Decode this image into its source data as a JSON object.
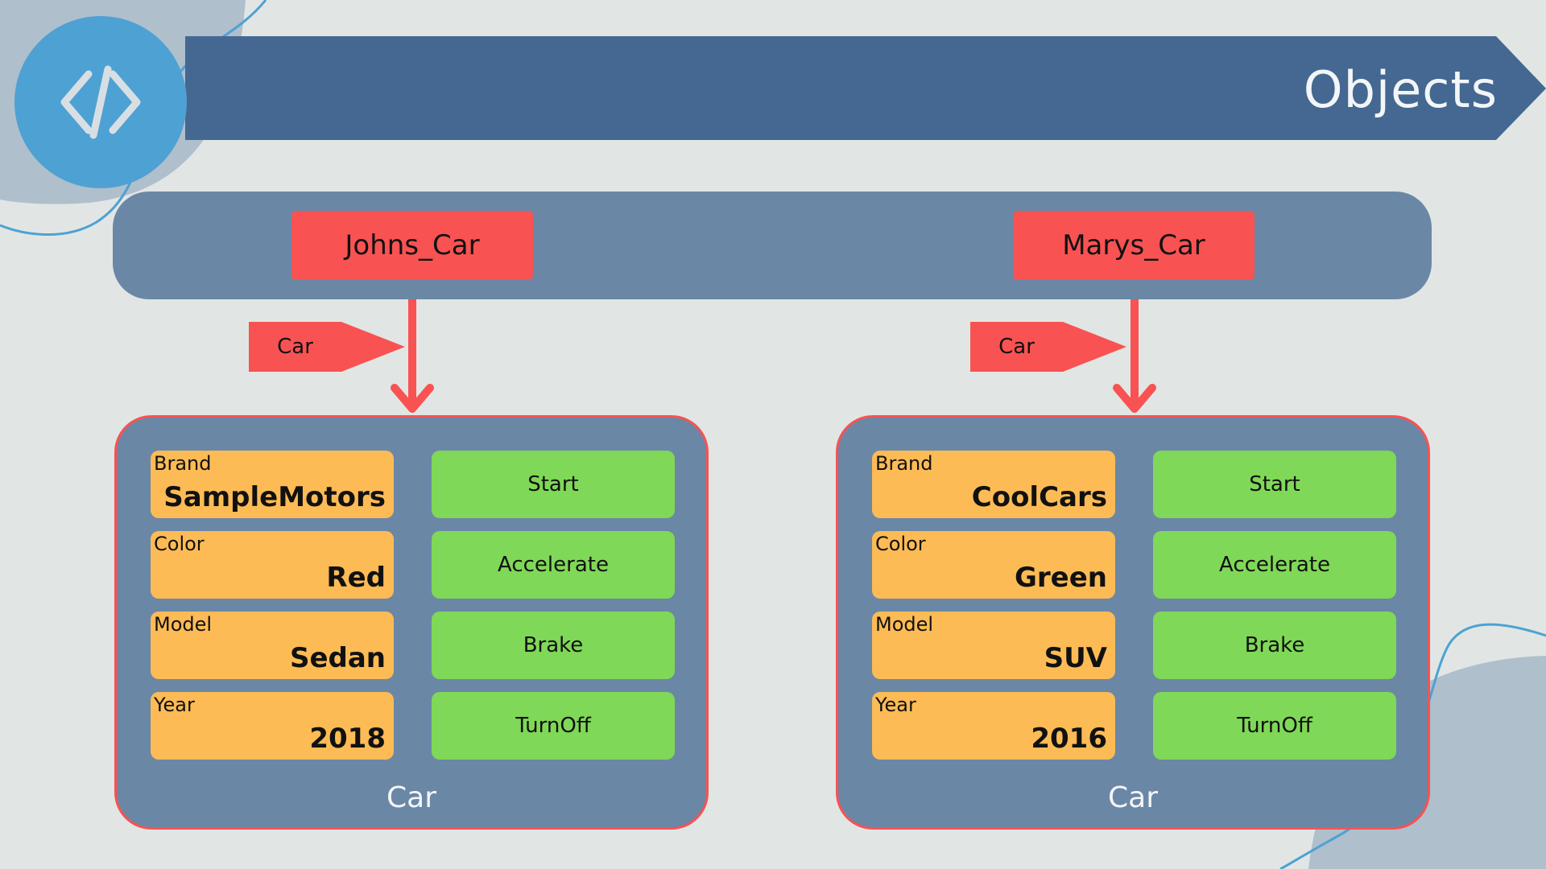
{
  "header": {
    "title": "Objects",
    "icon": "code-icon",
    "colors": {
      "banner": "#446891",
      "icon_circle": "#4ea1d3",
      "background": "#e1e6e4"
    }
  },
  "colors": {
    "object_label": "#f85252",
    "class_box": "#6b87a6",
    "attribute": "#fdbb55",
    "method": "#7fd857"
  },
  "objects": [
    {
      "name": "Johns_Car",
      "class_tag": "Car",
      "class_name": "Car",
      "attributes": [
        {
          "name": "Brand",
          "value": "SampleMotors"
        },
        {
          "name": "Color",
          "value": "Red"
        },
        {
          "name": "Model",
          "value": "Sedan"
        },
        {
          "name": "Year",
          "value": "2018"
        }
      ],
      "methods": [
        "Start",
        "Accelerate",
        "Brake",
        "TurnOff"
      ]
    },
    {
      "name": "Marys_Car",
      "class_tag": "Car",
      "class_name": "Car",
      "attributes": [
        {
          "name": "Brand",
          "value": "CoolCars"
        },
        {
          "name": "Color",
          "value": "Green"
        },
        {
          "name": "Model",
          "value": "SUV"
        },
        {
          "name": "Year",
          "value": "2016"
        }
      ],
      "methods": [
        "Start",
        "Accelerate",
        "Brake",
        "TurnOff"
      ]
    }
  ]
}
